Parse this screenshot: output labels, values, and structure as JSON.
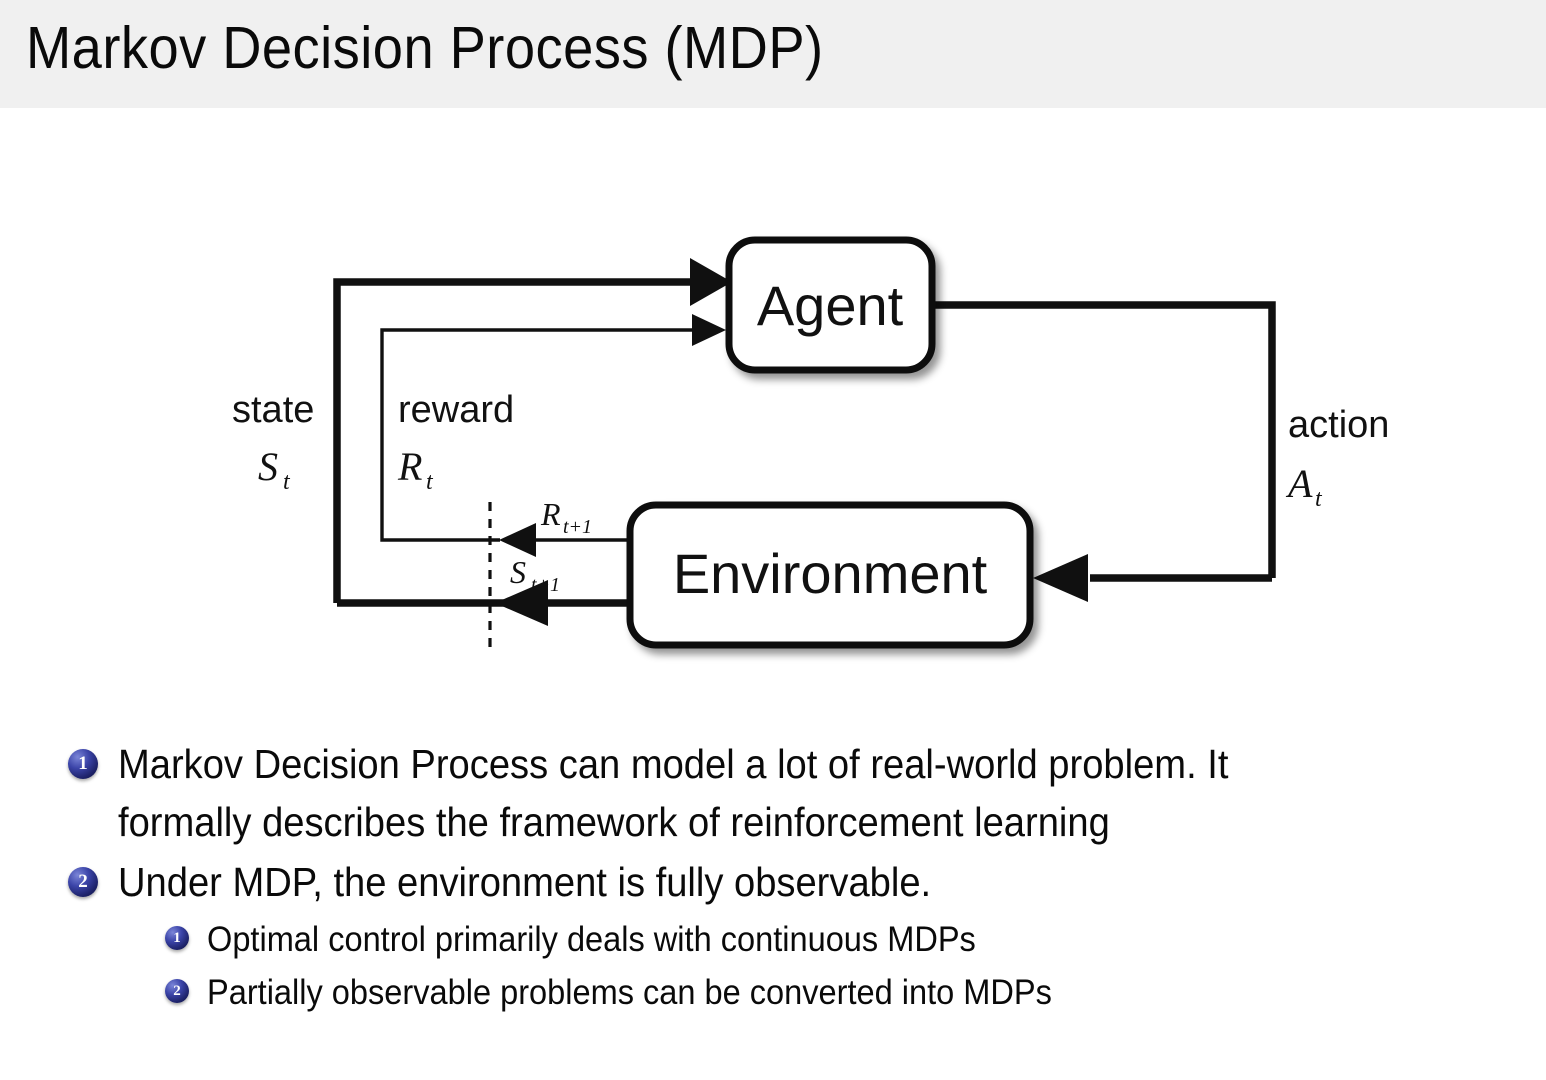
{
  "slide": {
    "title": "Markov Decision Process (MDP)",
    "header_bg": "#f0f0f0",
    "body_bg": "#ffffff",
    "bullet_ball_color": "#2a3292"
  },
  "diagram": {
    "name": "agent-environment-interaction",
    "nodes": [
      {
        "id": "agent",
        "label": "Agent"
      },
      {
        "id": "environment",
        "label": "Environment"
      }
    ],
    "edge_labels": {
      "state_word": "state",
      "state_symbol": "S",
      "state_subscript": "t",
      "reward_word": "reward",
      "reward_symbol": "R",
      "reward_subscript": "t",
      "action_word": "action",
      "action_symbol": "A",
      "action_subscript": "t",
      "reward_next_symbol": "R",
      "reward_next_subscript": "t+1",
      "state_next_symbol": "S",
      "state_next_subscript": "t+1"
    }
  },
  "bullets": [
    {
      "marker": "1",
      "lines": [
        "Markov Decision Process can model a lot of real-world problem.  It",
        "formally describes the framework of reinforcement learning"
      ]
    },
    {
      "marker": "2",
      "lines": [
        "Under MDP, the environment is fully observable."
      ]
    }
  ],
  "subbullets": [
    {
      "marker": "1",
      "text": "Optimal control primarily deals with continuous MDPs"
    },
    {
      "marker": "2",
      "text": "Partially observable problems can be converted into MDPs"
    }
  ]
}
